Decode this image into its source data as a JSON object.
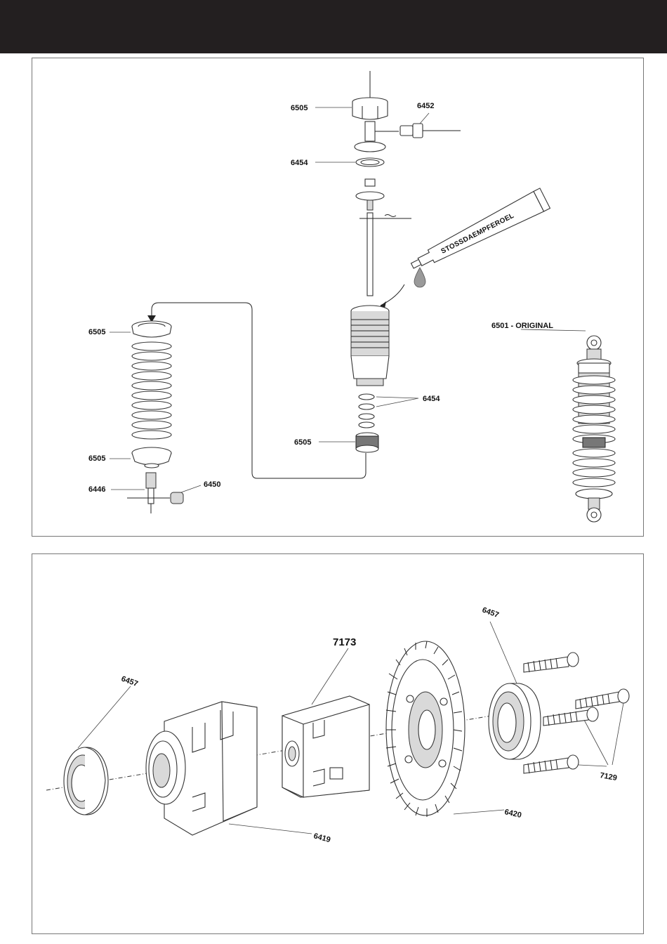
{
  "shock_diagram": {
    "labels": {
      "cap_nut": "6505",
      "rod_end": "6452",
      "orings_top": "6454",
      "spring_cup_top": "6505",
      "orings_bottom": "6454",
      "bottom_nut": "6505",
      "spring_cup_bottom": "6505",
      "shock_end": "6446",
      "ball": "6450",
      "original": "6501 - ORIGINAL"
    },
    "oil_tube_text": "STOSSDAEMPFEROEL"
  },
  "diff_diagram": {
    "labels": {
      "bearing_left": "6457",
      "bearing_right": "6457",
      "diff_spider": "7173",
      "diff_case": "6419",
      "ring_gear": "6420",
      "screws": "7129"
    }
  }
}
